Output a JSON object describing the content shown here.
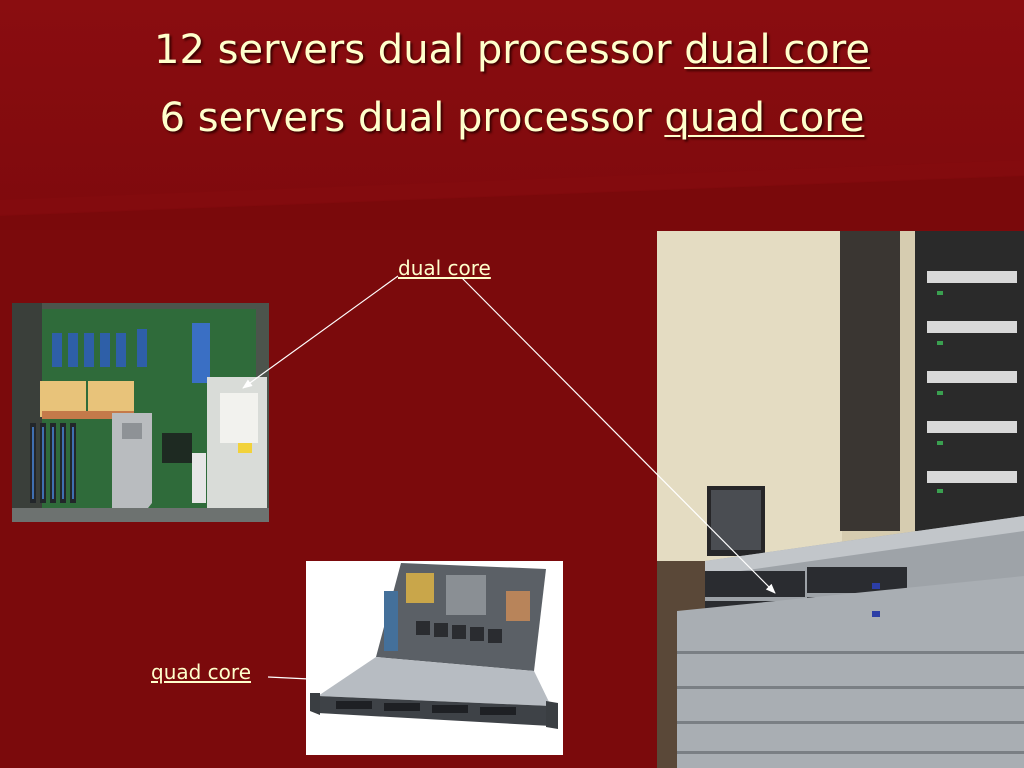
{
  "slide": {
    "title_line1": {
      "prefix": "12 servers dual processor ",
      "emphasis": "dual core"
    },
    "title_line2": {
      "prefix": "6 servers dual processor ",
      "emphasis": "quad core"
    },
    "callout_dual": "dual core",
    "callout_quad": "quad core"
  },
  "colors": {
    "background": "#7b0a0c",
    "text": "#ffffcc",
    "leader_line": "#ffffff"
  }
}
